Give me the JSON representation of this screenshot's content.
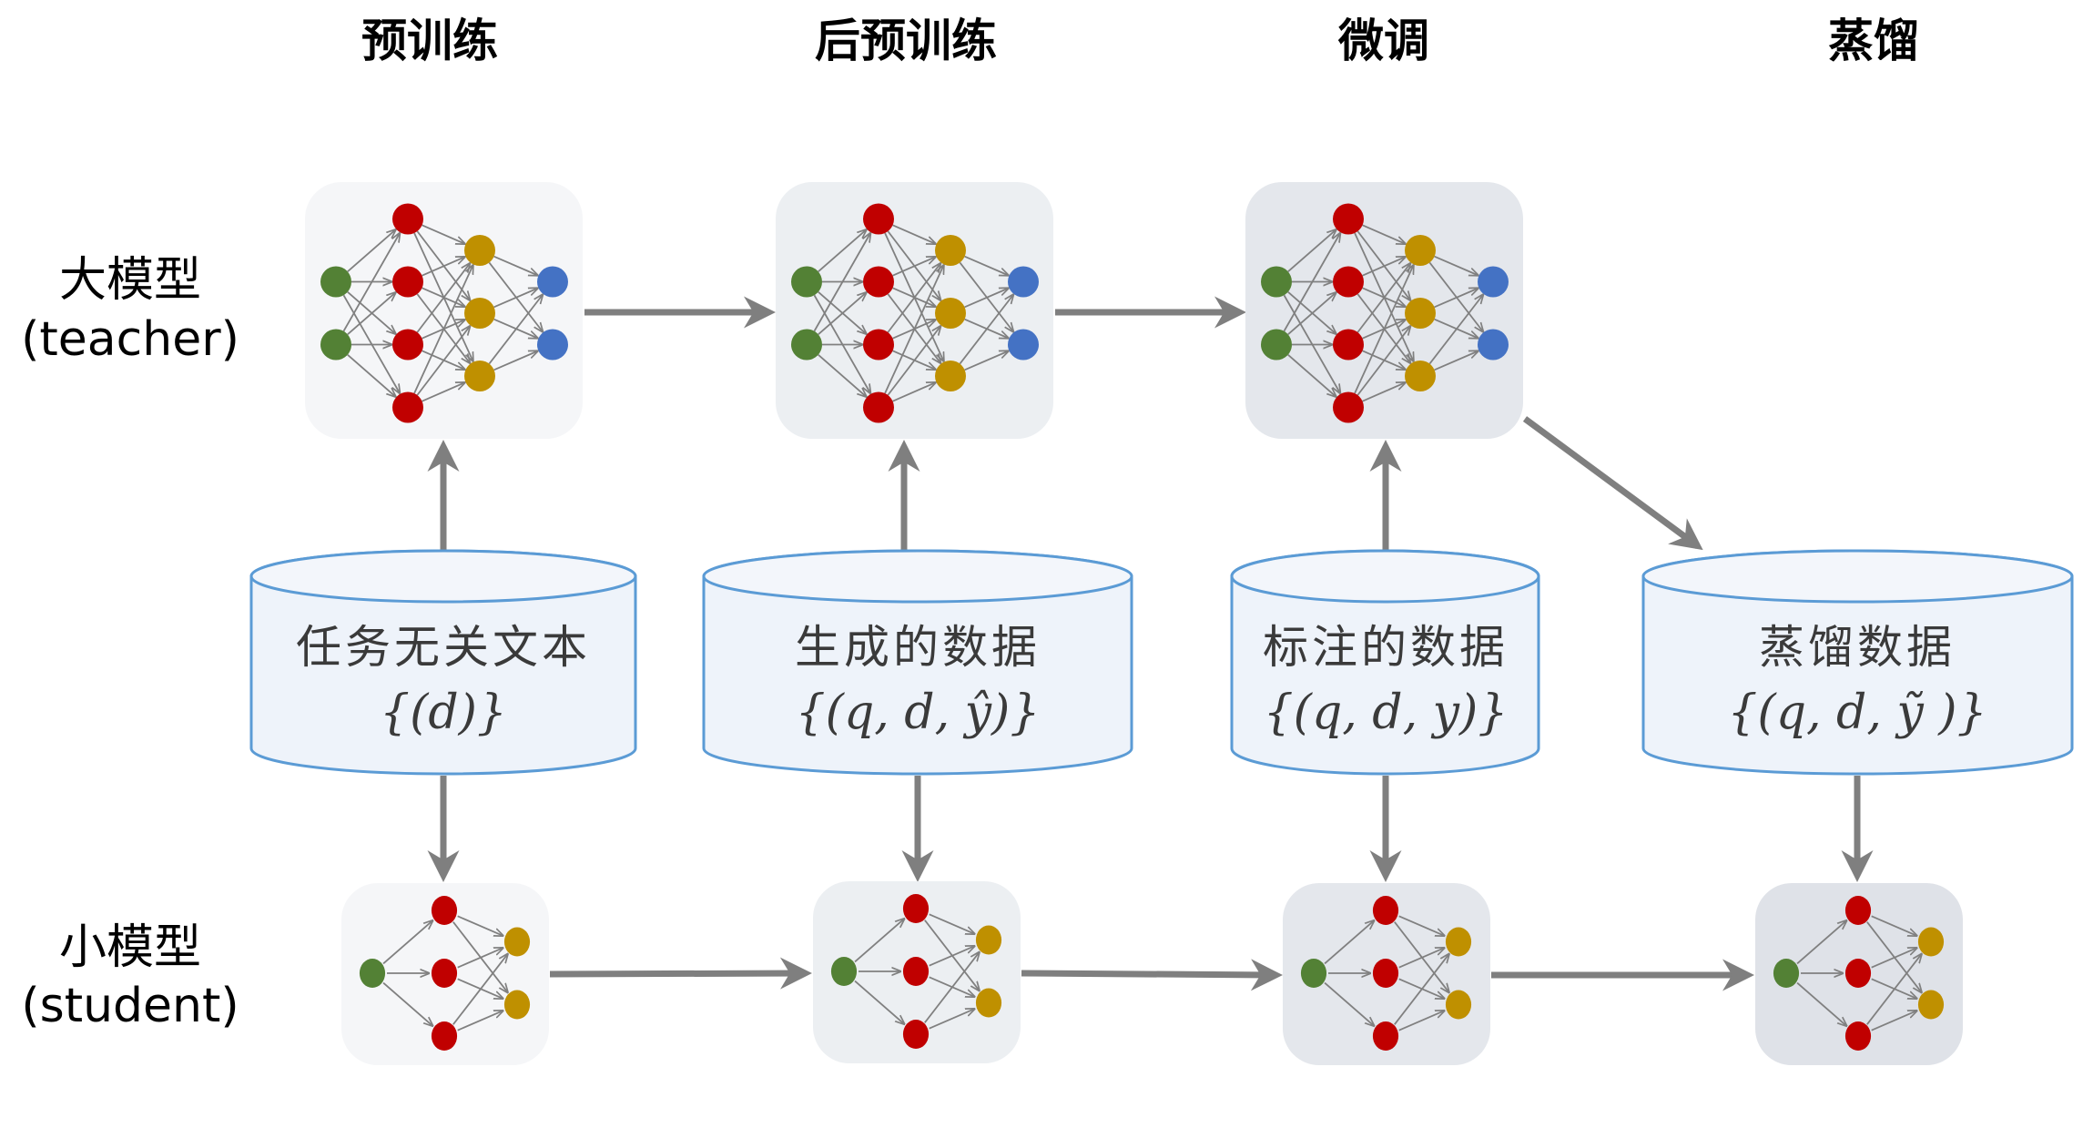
{
  "stages": [
    {
      "title": "预训练"
    },
    {
      "title": "后预训练"
    },
    {
      "title": "微调"
    },
    {
      "title": "蒸馏"
    }
  ],
  "rows": {
    "teacher": {
      "label_cn": "大模型",
      "label_en": "(teacher)"
    },
    "student": {
      "label_cn": "小模型",
      "label_en": "(student)"
    }
  },
  "datasets": [
    {
      "title": "任务无关文本",
      "formula": "{(d)}"
    },
    {
      "title": "生成的数据",
      "formula": "{(q, d, ŷ)}"
    },
    {
      "title": "标注的数据",
      "formula": "{(q, d, y)}"
    },
    {
      "title": "蒸馏数据",
      "formula": "{(q, d, ỹ )}"
    }
  ],
  "colors": {
    "input_node": "#538135",
    "hidden1_node": "#C00000",
    "hidden2_node": "#BF9000",
    "output_node": "#4472C4",
    "edge": "#808080",
    "arrow": "#7F7F7F",
    "cylinder_fill": "#EEF3FA",
    "cylinder_stroke": "#5B9BD5",
    "box_fills": [
      "#F5F6F8",
      "#ECEFF2",
      "#E4E7EC",
      "#DFE2E8"
    ]
  },
  "networks": {
    "teacher_layers": [
      2,
      4,
      3,
      2
    ],
    "student_layers": [
      1,
      3,
      2
    ]
  }
}
